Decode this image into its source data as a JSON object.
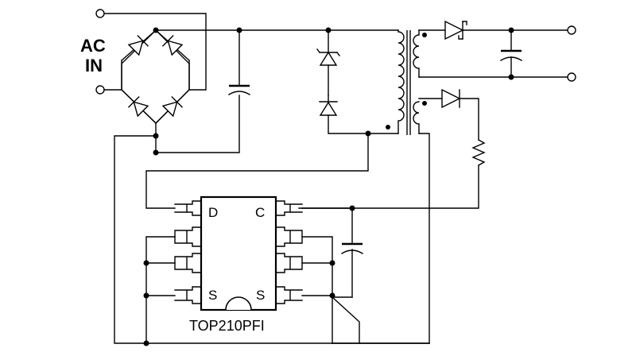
{
  "labels": {
    "input_line1": "AC",
    "input_line2": "IN",
    "part_number": "TOP210PFI",
    "pin_drain": "D",
    "pin_control": "C",
    "pin_source_left": "S",
    "pin_source_right": "S"
  },
  "icons": [
    "bridge-rectifier",
    "capacitor",
    "zener-diode",
    "diode",
    "transformer",
    "resistor",
    "ic-package"
  ],
  "colors": {
    "ink": "#000000",
    "background": "#ffffff"
  }
}
